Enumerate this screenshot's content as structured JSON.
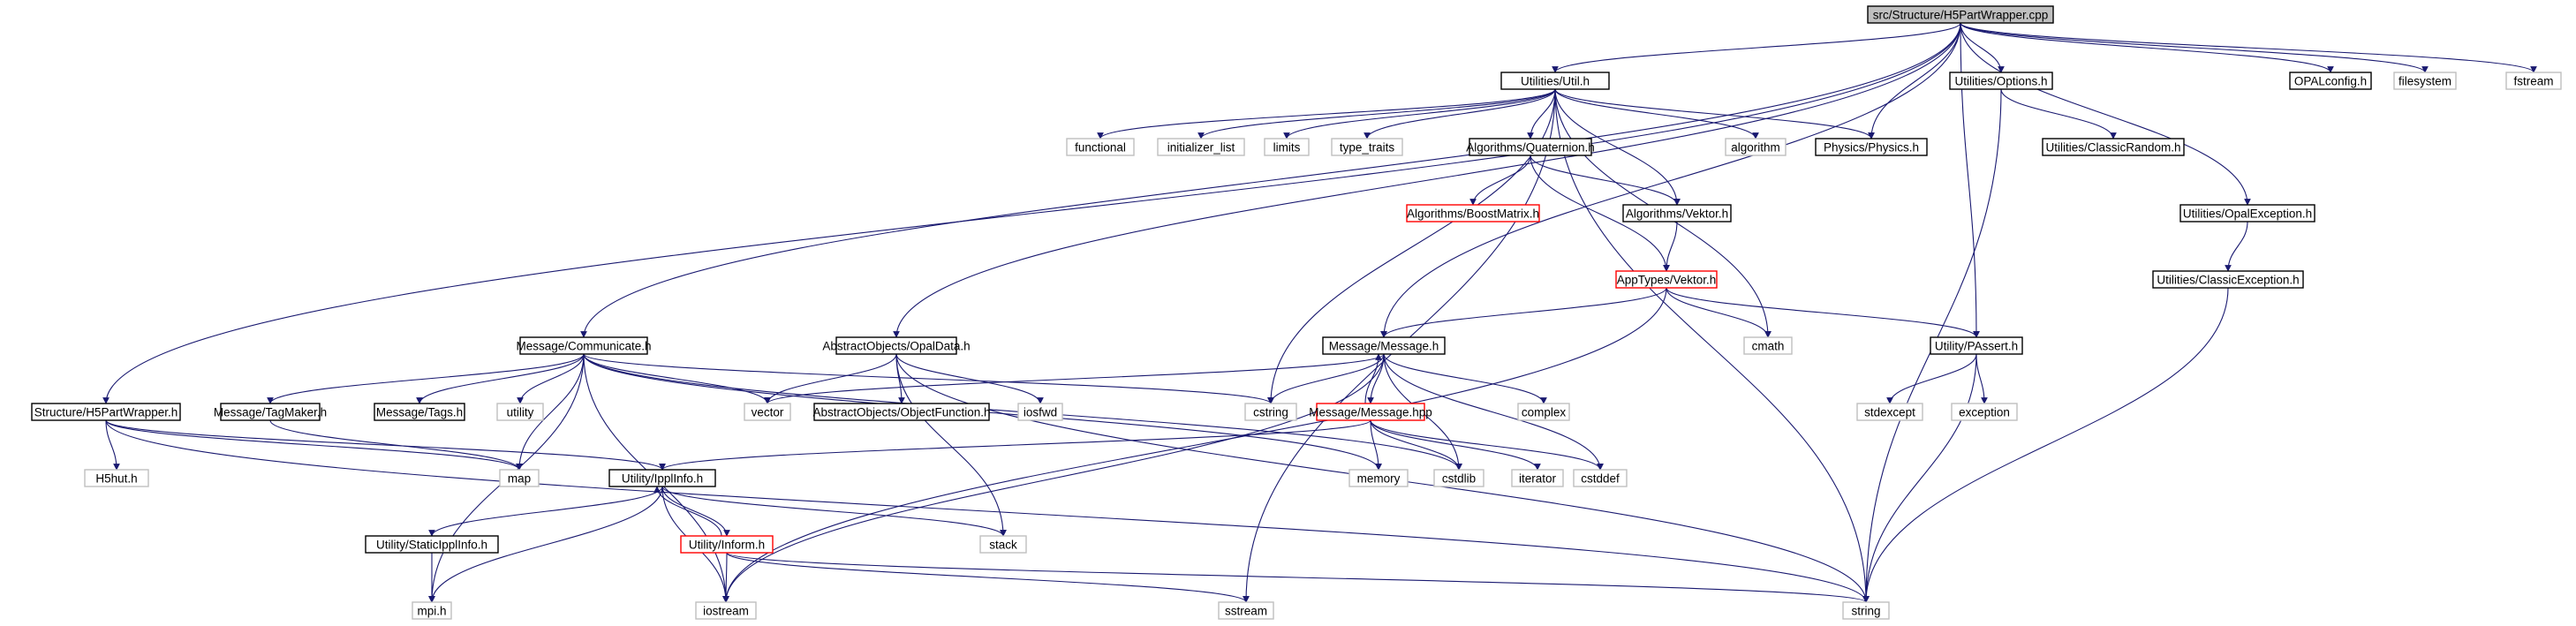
{
  "graph": {
    "title": "src/Structure/H5PartWrapper.cpp",
    "colors": {
      "edge": "#191970",
      "root_fill": "#bfbfbf",
      "normal_border": "#000000",
      "truncated_border": "#ff0000",
      "system_border": "#bfbfbf",
      "node_fill": "#ffffff"
    },
    "nodes": [
      {
        "id": "root",
        "label": "src/Structure/H5PartWrapper.cpp",
        "kind": "root"
      },
      {
        "id": "util",
        "label": "Utilities/Util.h",
        "kind": "normal"
      },
      {
        "id": "options",
        "label": "Utilities/Options.h",
        "kind": "normal"
      },
      {
        "id": "opalconfig",
        "label": "OPALconfig.h",
        "kind": "normal"
      },
      {
        "id": "filesystem",
        "label": "filesystem",
        "kind": "system"
      },
      {
        "id": "fstream",
        "label": "fstream",
        "kind": "system"
      },
      {
        "id": "functional",
        "label": "functional",
        "kind": "system"
      },
      {
        "id": "initlist",
        "label": "initializer_list",
        "kind": "system"
      },
      {
        "id": "limits",
        "label": "limits",
        "kind": "system"
      },
      {
        "id": "typetraits",
        "label": "type_traits",
        "kind": "system"
      },
      {
        "id": "quaternion",
        "label": "Algorithms/Quaternion.h",
        "kind": "normal"
      },
      {
        "id": "algorithm",
        "label": "algorithm",
        "kind": "system"
      },
      {
        "id": "physics",
        "label": "Physics/Physics.h",
        "kind": "normal"
      },
      {
        "id": "classicrandom",
        "label": "Utilities/ClassicRandom.h",
        "kind": "normal"
      },
      {
        "id": "boostmatrix",
        "label": "Algorithms/BoostMatrix.h",
        "kind": "truncated"
      },
      {
        "id": "algvektor",
        "label": "Algorithms/Vektor.h",
        "kind": "normal"
      },
      {
        "id": "opalexception",
        "label": "Utilities/OpalException.h",
        "kind": "normal"
      },
      {
        "id": "classicexception",
        "label": "Utilities/ClassicException.h",
        "kind": "normal"
      },
      {
        "id": "apptypesvektor",
        "label": "AppTypes/Vektor.h",
        "kind": "truncated"
      },
      {
        "id": "cmath",
        "label": "cmath",
        "kind": "system"
      },
      {
        "id": "communicate",
        "label": "Message/Communicate.h",
        "kind": "normal"
      },
      {
        "id": "opaldata",
        "label": "AbstractObjects/OpalData.h",
        "kind": "normal"
      },
      {
        "id": "message",
        "label": "Message/Message.h",
        "kind": "normal"
      },
      {
        "id": "passert",
        "label": "Utility/PAssert.h",
        "kind": "normal"
      },
      {
        "id": "h5pw",
        "label": "Structure/H5PartWrapper.h",
        "kind": "normal"
      },
      {
        "id": "tagmaker",
        "label": "Message/TagMaker.h",
        "kind": "normal"
      },
      {
        "id": "tags",
        "label": "Message/Tags.h",
        "kind": "normal"
      },
      {
        "id": "utility",
        "label": "utility",
        "kind": "system"
      },
      {
        "id": "vector",
        "label": "vector",
        "kind": "system"
      },
      {
        "id": "objfunc",
        "label": "AbstractObjects/ObjectFunction.h",
        "kind": "normal"
      },
      {
        "id": "iosfwd",
        "label": "iosfwd",
        "kind": "system"
      },
      {
        "id": "cstring",
        "label": "cstring",
        "kind": "system"
      },
      {
        "id": "complex",
        "label": "complex",
        "kind": "system"
      },
      {
        "id": "stdexcept",
        "label": "stdexcept",
        "kind": "system"
      },
      {
        "id": "exception",
        "label": "exception",
        "kind": "system"
      },
      {
        "id": "h5hut",
        "label": "H5hut.h",
        "kind": "system"
      },
      {
        "id": "map",
        "label": "map",
        "kind": "system"
      },
      {
        "id": "ipplinfo",
        "label": "Utility/IpplInfo.h",
        "kind": "normal"
      },
      {
        "id": "messagehpp",
        "label": "Message/Message.hpp",
        "kind": "truncated"
      },
      {
        "id": "memory",
        "label": "memory",
        "kind": "system"
      },
      {
        "id": "cstdlib",
        "label": "cstdlib",
        "kind": "system"
      },
      {
        "id": "iterator",
        "label": "iterator",
        "kind": "system"
      },
      {
        "id": "cstddef",
        "label": "cstddef",
        "kind": "system"
      },
      {
        "id": "staticippl",
        "label": "Utility/StaticIpplInfo.h",
        "kind": "normal"
      },
      {
        "id": "inform",
        "label": "Utility/Inform.h",
        "kind": "truncated"
      },
      {
        "id": "stack",
        "label": "stack",
        "kind": "system"
      },
      {
        "id": "mpi",
        "label": "mpi.h",
        "kind": "system"
      },
      {
        "id": "iostream",
        "label": "iostream",
        "kind": "system"
      },
      {
        "id": "sstream",
        "label": "sstream",
        "kind": "system"
      },
      {
        "id": "string",
        "label": "string",
        "kind": "system"
      }
    ],
    "edges": [
      [
        "root",
        "util"
      ],
      [
        "root",
        "options"
      ],
      [
        "root",
        "opalconfig"
      ],
      [
        "root",
        "filesystem"
      ],
      [
        "root",
        "fstream"
      ],
      [
        "root",
        "physics"
      ],
      [
        "root",
        "passert"
      ],
      [
        "root",
        "opalexception"
      ],
      [
        "root",
        "communicate"
      ],
      [
        "root",
        "opaldata"
      ],
      [
        "root",
        "message"
      ],
      [
        "root",
        "h5pw"
      ],
      [
        "util",
        "functional"
      ],
      [
        "util",
        "initlist"
      ],
      [
        "util",
        "limits"
      ],
      [
        "util",
        "typetraits"
      ],
      [
        "util",
        "quaternion"
      ],
      [
        "util",
        "algorithm"
      ],
      [
        "util",
        "physics"
      ],
      [
        "util",
        "algvektor"
      ],
      [
        "util",
        "cmath"
      ],
      [
        "util",
        "cstring"
      ],
      [
        "util",
        "sstream"
      ],
      [
        "util",
        "string"
      ],
      [
        "options",
        "classicrandom"
      ],
      [
        "options",
        "string"
      ],
      [
        "quaternion",
        "boostmatrix"
      ],
      [
        "quaternion",
        "algvektor"
      ],
      [
        "quaternion",
        "apptypesvektor"
      ],
      [
        "algvektor",
        "apptypesvektor"
      ],
      [
        "apptypesvektor",
        "message"
      ],
      [
        "apptypesvektor",
        "cmath"
      ],
      [
        "apptypesvektor",
        "passert"
      ],
      [
        "apptypesvektor",
        "iostream"
      ],
      [
        "opalexception",
        "classicexception"
      ],
      [
        "classicexception",
        "string"
      ],
      [
        "passert",
        "stdexcept"
      ],
      [
        "passert",
        "exception"
      ],
      [
        "passert",
        "string"
      ],
      [
        "communicate",
        "tagmaker"
      ],
      [
        "communicate",
        "tags"
      ],
      [
        "communicate",
        "utility"
      ],
      [
        "communicate",
        "vector"
      ],
      [
        "communicate",
        "cstring"
      ],
      [
        "communicate",
        "map"
      ],
      [
        "communicate",
        "memory"
      ],
      [
        "communicate",
        "cstdlib"
      ],
      [
        "communicate",
        "mpi"
      ],
      [
        "communicate",
        "iostream"
      ],
      [
        "opaldata",
        "vector"
      ],
      [
        "opaldata",
        "objfunc"
      ],
      [
        "opaldata",
        "iosfwd"
      ],
      [
        "opaldata",
        "stack"
      ],
      [
        "opaldata",
        "string"
      ],
      [
        "message",
        "vector"
      ],
      [
        "message",
        "cstring"
      ],
      [
        "message",
        "complex"
      ],
      [
        "message",
        "messagehpp"
      ],
      [
        "message",
        "cstddef"
      ],
      [
        "message",
        "cstdlib"
      ],
      [
        "message",
        "iostream"
      ],
      [
        "messagehpp",
        "message"
      ],
      [
        "messagehpp",
        "ipplinfo"
      ],
      [
        "messagehpp",
        "memory"
      ],
      [
        "messagehpp",
        "cstdlib"
      ],
      [
        "messagehpp",
        "iterator"
      ],
      [
        "messagehpp",
        "cstddef"
      ],
      [
        "h5pw",
        "h5hut"
      ],
      [
        "h5pw",
        "map"
      ],
      [
        "h5pw",
        "ipplinfo"
      ],
      [
        "h5pw",
        "string"
      ],
      [
        "tagmaker",
        "map"
      ],
      [
        "ipplinfo",
        "staticippl"
      ],
      [
        "ipplinfo",
        "inform"
      ],
      [
        "ipplinfo",
        "stack"
      ],
      [
        "ipplinfo",
        "mpi"
      ],
      [
        "ipplinfo",
        "iostream"
      ],
      [
        "inform",
        "ipplinfo"
      ],
      [
        "inform",
        "iostream"
      ],
      [
        "inform",
        "sstream"
      ],
      [
        "inform",
        "string"
      ],
      [
        "staticippl",
        "mpi"
      ]
    ]
  }
}
